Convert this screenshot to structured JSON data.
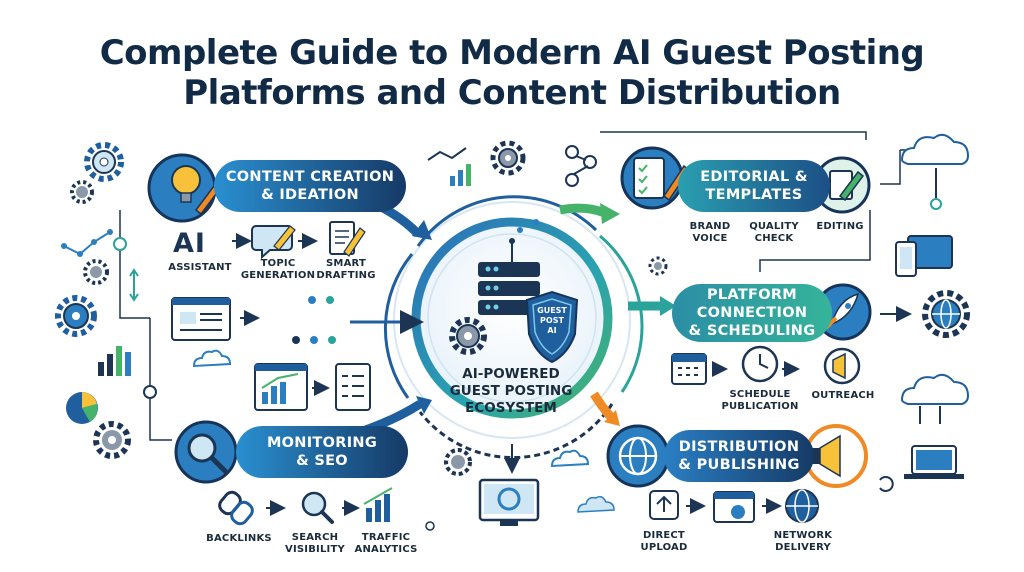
{
  "title": {
    "line1": "Complete Guide to Modern AI Guest Posting",
    "line2": "Platforms and Content Distribution"
  },
  "center": {
    "shield_line1": "GUEST",
    "shield_line2": "POST",
    "shield_line3": "AI",
    "label_line1": "AI-POWERED",
    "label_line2": "GUEST POSTING",
    "label_line3": "ECOSYSTEM"
  },
  "content_creation": {
    "title_line1": "CONTENT CREATION",
    "title_line2": "& IDEATION",
    "ai_text": "AI",
    "step1": "ASSISTANT",
    "step2_line1": "TOPIC",
    "step2_line2": "GENERATION",
    "step3_line1": "SMART",
    "step3_line2": "DRAFTING"
  },
  "editorial": {
    "title_line1": "EDITORIAL &",
    "title_line2": "TEMPLATES",
    "step1_line1": "BRAND",
    "step1_line2": "VOICE",
    "step2_line1": "QUALITY",
    "step2_line2": "CHECK",
    "step3": "EDITING"
  },
  "platform": {
    "title_line1": "PLATFORM",
    "title_line2": "CONNECTION",
    "title_line3": "& SCHEDULING",
    "step1_line1": "SCHEDULE",
    "step1_line2": "PUBLICATION",
    "step2": "OUTREACH"
  },
  "monitoring": {
    "title_line1": "MONITORING",
    "title_line2": "& SEO",
    "step1": "BACKLINKS",
    "step2_line1": "SEARCH",
    "step2_line2": "VISIBILITY",
    "step3_line1": "TRAFFIC",
    "step3_line2": "ANALYTICS"
  },
  "distribution": {
    "title_line1": "DISTRIBUTION",
    "title_line2": "& PUBLISHING",
    "step1_line1": "DIRECT",
    "step1_line2": "UPLOAD",
    "step2_line1": "NETWORK",
    "step2_line2": "DELIVERY"
  },
  "colors": {
    "navy": "#173a63",
    "blue": "#1f5f9e",
    "teal": "#2aa39b",
    "orange": "#f08a24",
    "green": "#46b36a",
    "yellow": "#f7c23a"
  }
}
